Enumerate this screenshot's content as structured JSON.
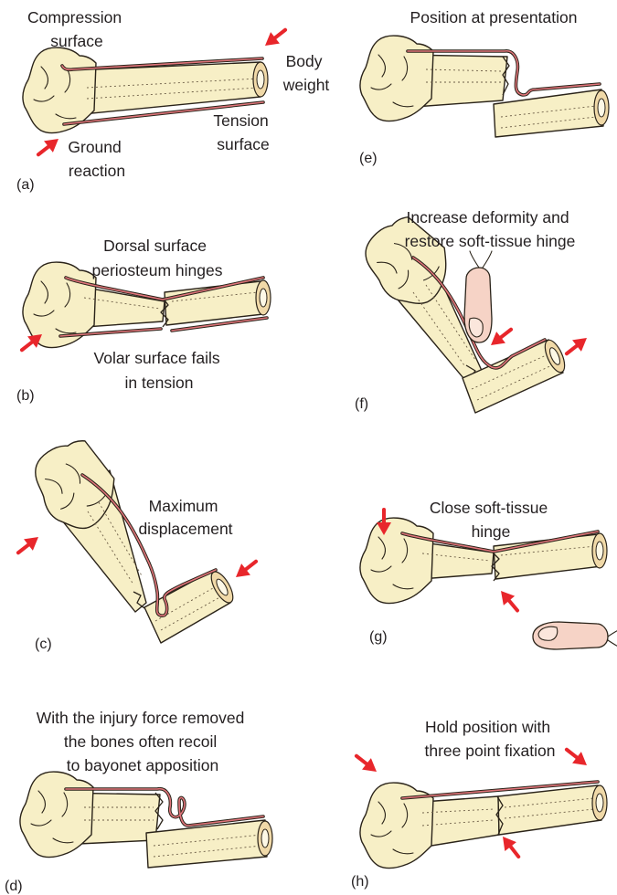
{
  "panels": [
    {
      "id": "a",
      "caption": "(a)",
      "labels": {
        "compression": [
          "Compression",
          "surface"
        ],
        "body_weight": [
          "Body",
          "weight"
        ],
        "tension": [
          "Tension",
          "surface"
        ],
        "ground_reaction": [
          "Ground",
          "reaction"
        ]
      }
    },
    {
      "id": "b",
      "caption": "(b)",
      "labels": {
        "dorsal": [
          "Dorsal surface",
          "periosteum hinges"
        ],
        "volar": [
          "Volar surface fails",
          "in tension"
        ]
      }
    },
    {
      "id": "c",
      "caption": "(c)",
      "labels": {
        "maximum": [
          "Maximum",
          "displacement"
        ]
      }
    },
    {
      "id": "d",
      "caption": "(d)",
      "labels": {
        "recoil": [
          "With the injury force removed",
          "the bones often recoil",
          "to bayonet apposition"
        ]
      }
    },
    {
      "id": "e",
      "caption": "(e)",
      "labels": {
        "position": [
          "Position at presentation"
        ]
      }
    },
    {
      "id": "f",
      "caption": "(f)",
      "labels": {
        "increase": [
          "Increase deformity and",
          "restore soft-tissue hinge"
        ]
      }
    },
    {
      "id": "g",
      "caption": "(g)",
      "labels": {
        "close": [
          "Close soft-tissue",
          "hinge"
        ]
      }
    },
    {
      "id": "h",
      "caption": "(h)",
      "labels": {
        "hold": [
          "Hold position with",
          "three point fixation"
        ]
      }
    }
  ],
  "colors": {
    "arrow": "#e8262b",
    "bone": "#f7efc6",
    "periosteum": "#e0747a",
    "finger": "#f6d3c6",
    "text": "#231f20"
  }
}
